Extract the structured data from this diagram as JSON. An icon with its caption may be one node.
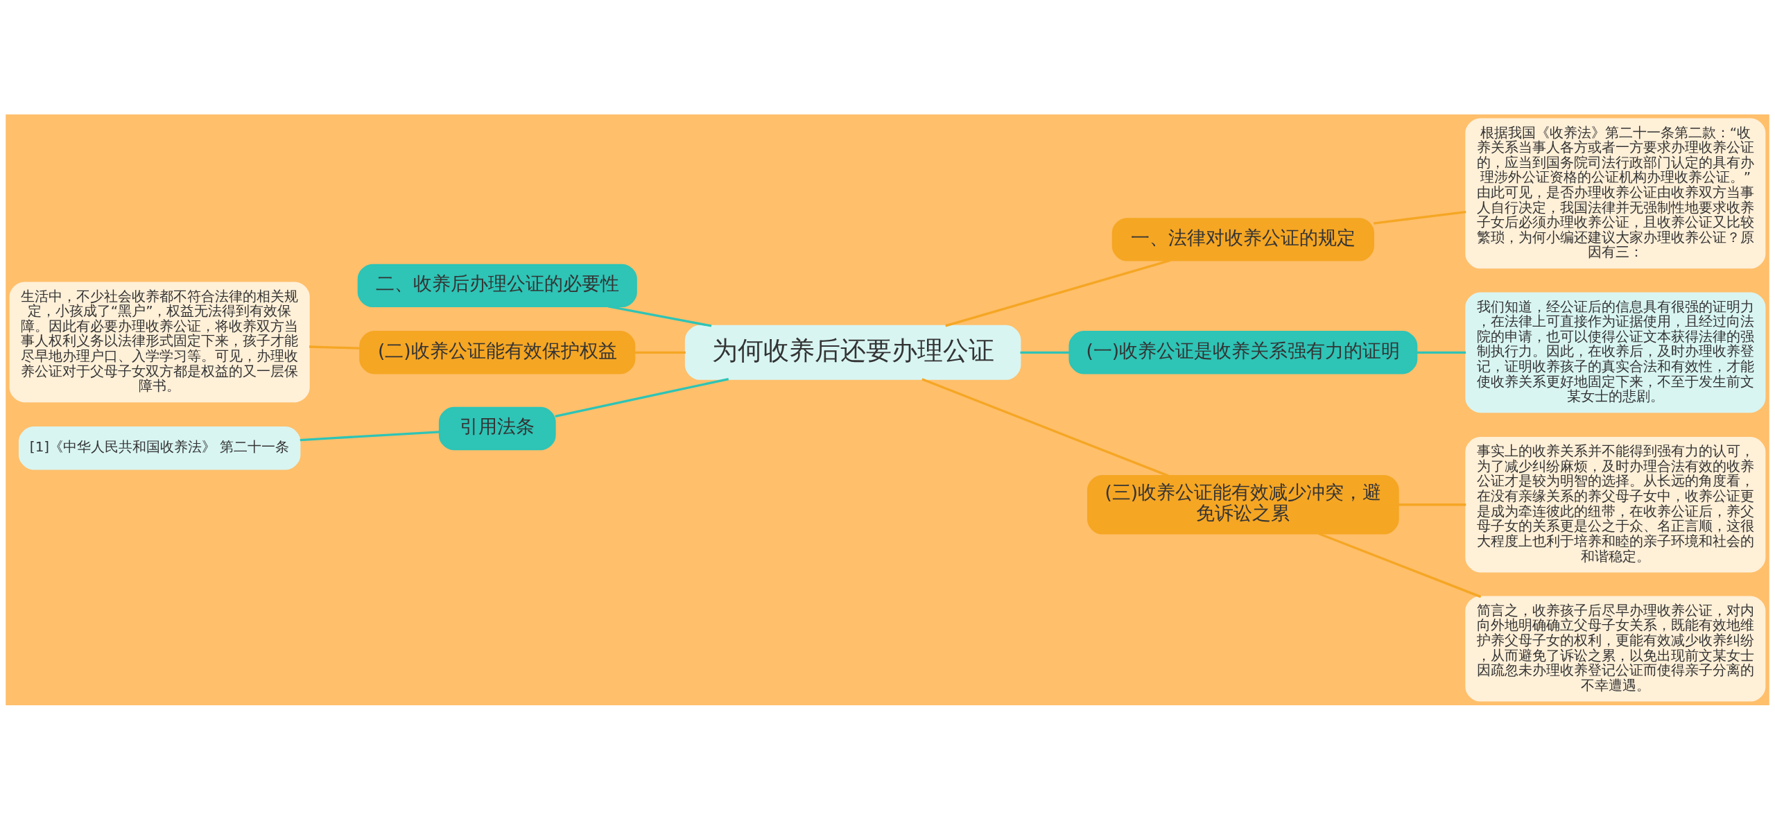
{
  "diagram": {
    "nodes": [
      {
        "text": [
          "为何收养后还要办理公证"
        ]
      },
      {
        "text": [
          "一、法律对收养公证的规定"
        ]
      },
      {
        "text": [
          "根据我国《收养法》第二十一条第二款：“收养关系当事人各方或者一方要求办理收养公证的，应当到国务院司法行政部门认定的具有办理涉外公证资格的公证机构办理收养公证。”由此可见，是否办理收养公证由收养双方当事人自行决定，我国法律并无强制性地要求收养子女后必须办理收养公证，且收养公证又比较繁琐，为何小编还建议大家办理收养公证？原因有三："
        ]
      },
      {
        "text": [
          "(一)收养公证是收养关系强有力的证明"
        ]
      },
      {
        "text": [
          "我们知道，经公证后的信息具有很强的证明力，在法律上可直接作为证据使用，且经过向法院的申请，也可以使得公证文本获得法律的强制执行力。因此，在收养后，及时办理收养登记，证明收养孩子的真实合法和有效性，才能使收养关系更好地固定下来，不至于发生前文某女士的悲剧。"
        ]
      },
      {
        "text": [
          "(三)收养公证能有效减少冲突，避免诉讼之累"
        ]
      },
      {
        "text": [
          "事实上的收养关系并不能得到强有力的认可，为了减少纠纷麻烦，及时办理合法有效的收养公证才是较为明智的选择。从长远的角度看，在没有亲缘关系的养父母子女中，收养公证更是成为牵连彼此的纽带，在收养公证后，养父母子女的关系更是公之于众、名正言顺，这很大程度上也利于培养和睦的亲子环境和社会的和谐稳定。"
        ]
      },
      {
        "text": [
          "简言之，收养孩子后尽早办理收养公证，对内向外地明确确立父母子女关系，既能有效地维护养父母子女的权利，更能有效减少收养纠纷，从而避免了诉讼之累，以免出现前文某女士因疏忽未办理收养登记公证而使得亲子分离的不幸遭遇。"
        ]
      },
      {
        "text": [
          "二、收养后办理公证的必要性"
        ]
      },
      {
        "text": [
          "(二)收养公证能有效保护权益"
        ]
      },
      {
        "text": [
          "生活中，不少社会收养都不符合法律的相关规定，小孩成了“黑户”，权益无法得到有效保障。因此有必要办理收养公证，将收养双方当事人权利义务以法律形式固定下来，孩子才能尽早地办理户口、入学学习等。可见，办理收养公证对于父母子女双方都是权益的又一层保障书。"
        ]
      },
      {
        "text": [
          "引用法条"
        ]
      },
      {
        "text": [
          "[1]《中华人民共和国收养法》 第二十一条"
        ]
      }
    ],
    "edges": [
      {
        "from": 0,
        "to": 1,
        "arrow": "none"
      },
      {
        "from": 1,
        "to": 2,
        "arrow": "none"
      },
      {
        "from": 0,
        "to": 3,
        "arrow": "none",
        "color": "#2ec4b6"
      },
      {
        "from": 3,
        "to": 4,
        "arrow": "none",
        "color": "#2ec4b6"
      },
      {
        "from": 0,
        "to": 5,
        "arrow": "none"
      },
      {
        "from": 5,
        "to": 6,
        "arrow": "none"
      },
      {
        "from": 5,
        "to": 7,
        "arrow": "none"
      },
      {
        "from": 0,
        "to": 8,
        "arrow": "none",
        "color": "#2ec4b6"
      },
      {
        "from": 0,
        "to": 9,
        "arrow": "none"
      },
      {
        "from": 9,
        "to": 10,
        "arrow": "none"
      },
      {
        "from": 0,
        "to": 11,
        "arrow": "none",
        "color": "#2ec4b6"
      },
      {
        "from": 11,
        "to": 12,
        "arrow": "none",
        "color": "#2ec4b6"
      }
    ]
  }
}
